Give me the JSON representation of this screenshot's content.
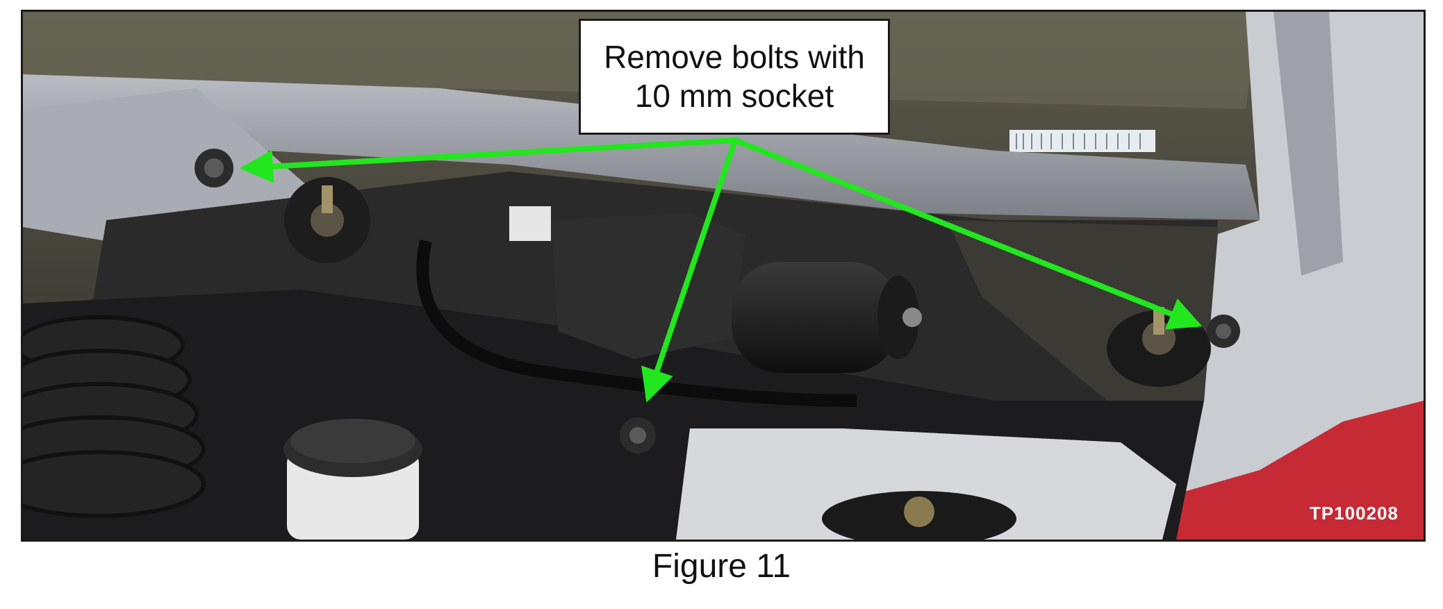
{
  "callout": {
    "line1": "Remove bolts with",
    "line2": "10 mm socket"
  },
  "photo_id": "TP100208",
  "caption": "Figure 11",
  "colors": {
    "arrow": "#22e61e",
    "frame": "#1a1a1a",
    "background": "#ffffff"
  }
}
